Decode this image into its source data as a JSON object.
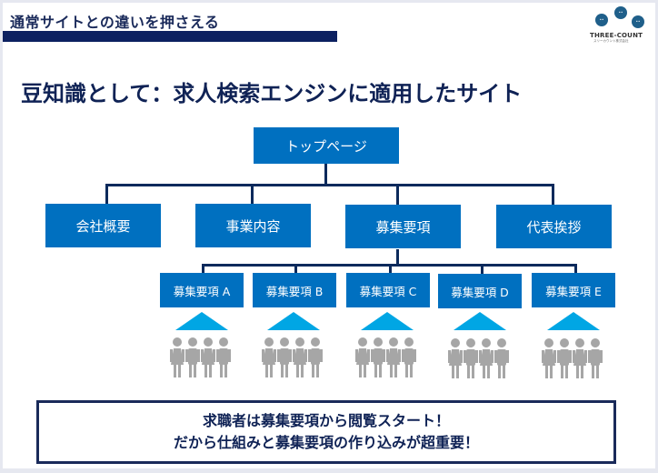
{
  "header": {
    "title": "通常サイトとの違いを押さえる",
    "logo": {
      "name": "THREE-COUNT",
      "subtitle": "スリーカウント株式会社",
      "brand_color": "#1f5f8a"
    }
  },
  "main_title": "豆知識として：求人検索エンジンに適用したサイト",
  "diagram": {
    "root": "トップページ",
    "level1": [
      "会社概要",
      "事業内容",
      "募集要項",
      "代表挨拶"
    ],
    "level2": [
      "募集要項 A",
      "募集要項 B",
      "募集要項 C",
      "募集要項 D",
      "募集要項 E"
    ],
    "box_color": "#0070c0",
    "line_color": "#0c2a5c",
    "triangle_color": "#00a6e4",
    "people_color": "#a6a6a6",
    "people_icon": "people-group-icon"
  },
  "callout": {
    "line1": "求職者は募集要項から閲覧スタート！",
    "line2": "だから仕組みと募集要項の作り込みが超重要！"
  }
}
